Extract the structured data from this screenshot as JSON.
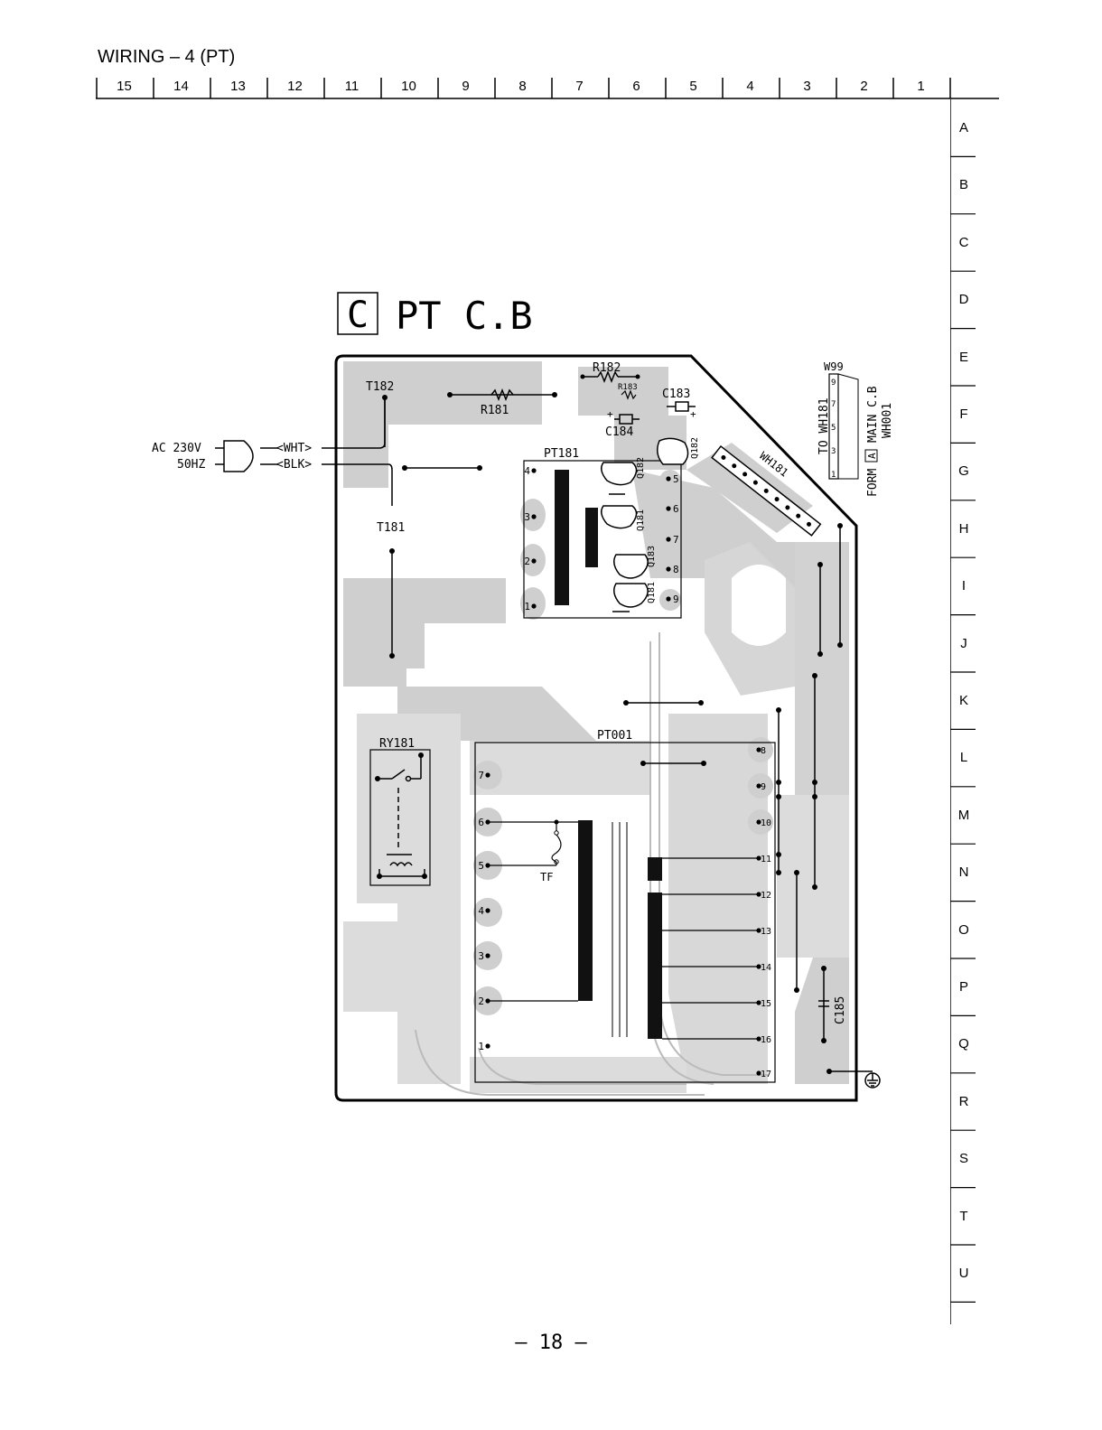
{
  "header": {
    "title": "WIRING – 4 (PT)"
  },
  "columns": [
    "15",
    "14",
    "13",
    "12",
    "11",
    "10",
    "9",
    "8",
    "7",
    "6",
    "5",
    "4",
    "3",
    "2",
    "1"
  ],
  "rows": [
    "A",
    "B",
    "C",
    "D",
    "E",
    "F",
    "G",
    "H",
    "I",
    "J",
    "K",
    "L",
    "M",
    "N",
    "O",
    "P",
    "Q",
    "R",
    "S",
    "T",
    "U"
  ],
  "board": {
    "tag": "C",
    "name": "PT C.B",
    "connector_labels": {
      "ac_line1": "AC 230V",
      "ac_line2": "50HZ",
      "wire_wht": "<WHT>",
      "wire_blk": "<BLK>",
      "to_label": "TO WH181",
      "form_label": "FORM",
      "form_tag": "A",
      "main_label": "MAIN C.B",
      "main_ref": "WH001",
      "w99": "W99"
    },
    "components": {
      "r182": "R182",
      "r183": "R183",
      "r181": "R181",
      "c183": "C183",
      "c184": "C184",
      "c185": "C185",
      "t182": "T182",
      "t181": "T181",
      "pt181": "PT181",
      "pt001": "PT001",
      "ry181": "RY181",
      "wh181": "WH181",
      "tf": "TF",
      "q182": "Q182",
      "q181": "Q181",
      "q183": "Q183"
    },
    "w99_pins": [
      "9",
      "7",
      "5",
      "3",
      "1"
    ],
    "pt181_left_pins": [
      "4",
      "3",
      "2",
      "1"
    ],
    "pt181_right_pins": [
      "5",
      "6",
      "7",
      "8",
      "9"
    ],
    "pt001_left_pins": [
      "7",
      "6",
      "5",
      "4",
      "3",
      "2",
      "1"
    ],
    "pt001_right_pins": [
      "8",
      "9",
      "10",
      "11",
      "12",
      "13",
      "14",
      "15",
      "16",
      "17"
    ]
  },
  "footer": {
    "page": "– 18 –"
  }
}
